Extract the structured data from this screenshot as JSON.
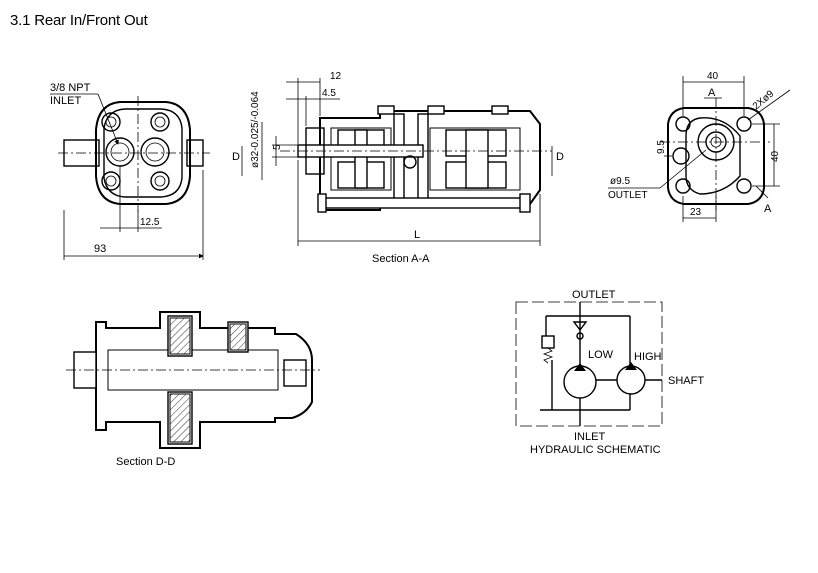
{
  "title": "3.1 Rear In/Front Out",
  "front_view": {
    "npt_label": "3/8 NPT",
    "inlet_label": "INLET",
    "dim_small": "12.5",
    "dim_width": "93"
  },
  "section_aa": {
    "caption": "Section A-A",
    "dim_12": "12",
    "dim_45": "4.5",
    "dim_5": "5",
    "dim_shaft": "ø32-0.025/-0.064",
    "dim_L": "L",
    "d_left": "D",
    "d_right": "D"
  },
  "rear_view": {
    "dim_40_top": "40",
    "a_top": "A",
    "holes": "2Xø9",
    "dim_95": "9.5",
    "dim_40_side": "40",
    "outlet_dia": "ø9.5",
    "outlet_label": "OUTLET",
    "dim_23": "23",
    "a_bottom": "A"
  },
  "section_dd": {
    "caption": "Section D-D"
  },
  "schematic": {
    "outlet": "OUTLET",
    "low": "LOW",
    "high": "HIGH",
    "shaft": "SHAFT",
    "inlet": "INLET",
    "caption": "HYDRAULIC SCHEMATIC"
  }
}
